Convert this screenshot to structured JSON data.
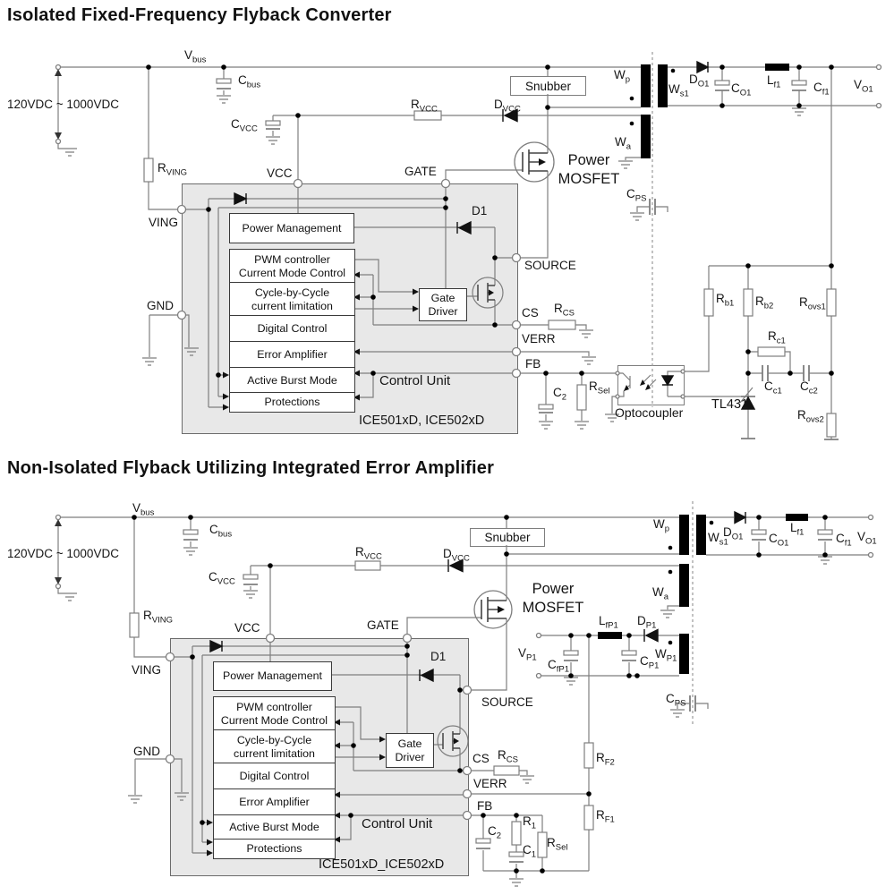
{
  "titles": {
    "top": "Isolated Fixed-Frequency Flyback Converter",
    "bottom": "Non-Isolated Flyback Utilizing Integrated Error Amplifier"
  },
  "input": {
    "range": "120VDC ~ 1000VDC"
  },
  "pins": {
    "vcc": "VCC",
    "gate": "GATE",
    "ving": "VING",
    "gnd": "GND",
    "source": "SOURCE",
    "cs": "CS",
    "verr": "VERR",
    "fb": "FB"
  },
  "blocks": {
    "pm": "Power Management",
    "pwm1": "PWM controller",
    "pwm2": "Current Mode Control",
    "cbc1": "Cycle-by-Cycle",
    "cbc2": "current limitation",
    "dc": "Digital Control",
    "ea": "Error Amplifier",
    "abm": "Active Burst Mode",
    "prot": "Protections",
    "gd1": "Gate",
    "gd2": "Driver",
    "cu": "Control Unit",
    "d1": "D1"
  },
  "mosfet": {
    "l1": "Power",
    "l2": "MOSFET"
  },
  "snubber": "Snubber",
  "c": {
    "vbus": [
      "V",
      "bus"
    ],
    "cbus": [
      "C",
      "bus"
    ],
    "cvcc": [
      "C",
      "VCC"
    ],
    "rvcc": [
      "R",
      "VCC"
    ],
    "dvcc": [
      "D",
      "VCC"
    ],
    "rving": [
      "R",
      "VING"
    ],
    "wp": [
      "W",
      "p"
    ],
    "ws1": [
      "W",
      "s1"
    ],
    "wa": [
      "W",
      "a"
    ],
    "do1": [
      "D",
      "O1"
    ],
    "co1": [
      "C",
      "O1"
    ],
    "lf1": [
      "L",
      "f1"
    ],
    "cf1": [
      "C",
      "f1"
    ],
    "vo1": [
      "V",
      "O1"
    ],
    "cps": [
      "C",
      "PS"
    ],
    "rcs": [
      "R",
      "CS"
    ]
  },
  "top": {
    "part": "ICE501xD, ICE502xD",
    "optocoupler": "Optocoupler",
    "tl431": "TL431",
    "c2": [
      "C",
      "2"
    ],
    "rsel": [
      "R",
      "Sel"
    ],
    "rb1": [
      "R",
      "b1"
    ],
    "rb2": [
      "R",
      "b2"
    ],
    "rovs1": [
      "R",
      "ovs1"
    ],
    "rovs2": [
      "R",
      "ovs2"
    ],
    "rc1": [
      "R",
      "c1"
    ],
    "cc1": [
      "C",
      "c1"
    ],
    "cc2": [
      "C",
      "c2"
    ]
  },
  "bottom": {
    "part": "ICE501xD_ICE502xD",
    "lfp1": [
      "L",
      "fP1"
    ],
    "dp1": [
      "D",
      "P1"
    ],
    "vp1": [
      "V",
      "P1"
    ],
    "cfp1": [
      "C",
      "fP1"
    ],
    "cp1": [
      "C",
      "P1"
    ],
    "wp1": [
      "W",
      "P1"
    ],
    "rf1": [
      "R",
      "F1"
    ],
    "rf2": [
      "R",
      "F2"
    ],
    "r1": [
      "R",
      "1"
    ],
    "c1": [
      "C",
      "1"
    ],
    "c2": [
      "C",
      "2"
    ],
    "rsel": [
      "R",
      "Sel"
    ]
  }
}
